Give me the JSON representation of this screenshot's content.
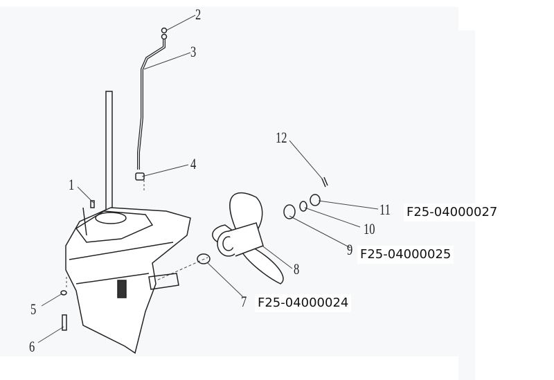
{
  "callouts": [
    "1",
    "2",
    "3",
    "4",
    "5",
    "6",
    "7",
    "8",
    "9",
    "10",
    "11",
    "12"
  ],
  "part_codes": {
    "item7": "F25-04000024",
    "item9": "F25-04000025",
    "item11": "F25-04000027"
  }
}
